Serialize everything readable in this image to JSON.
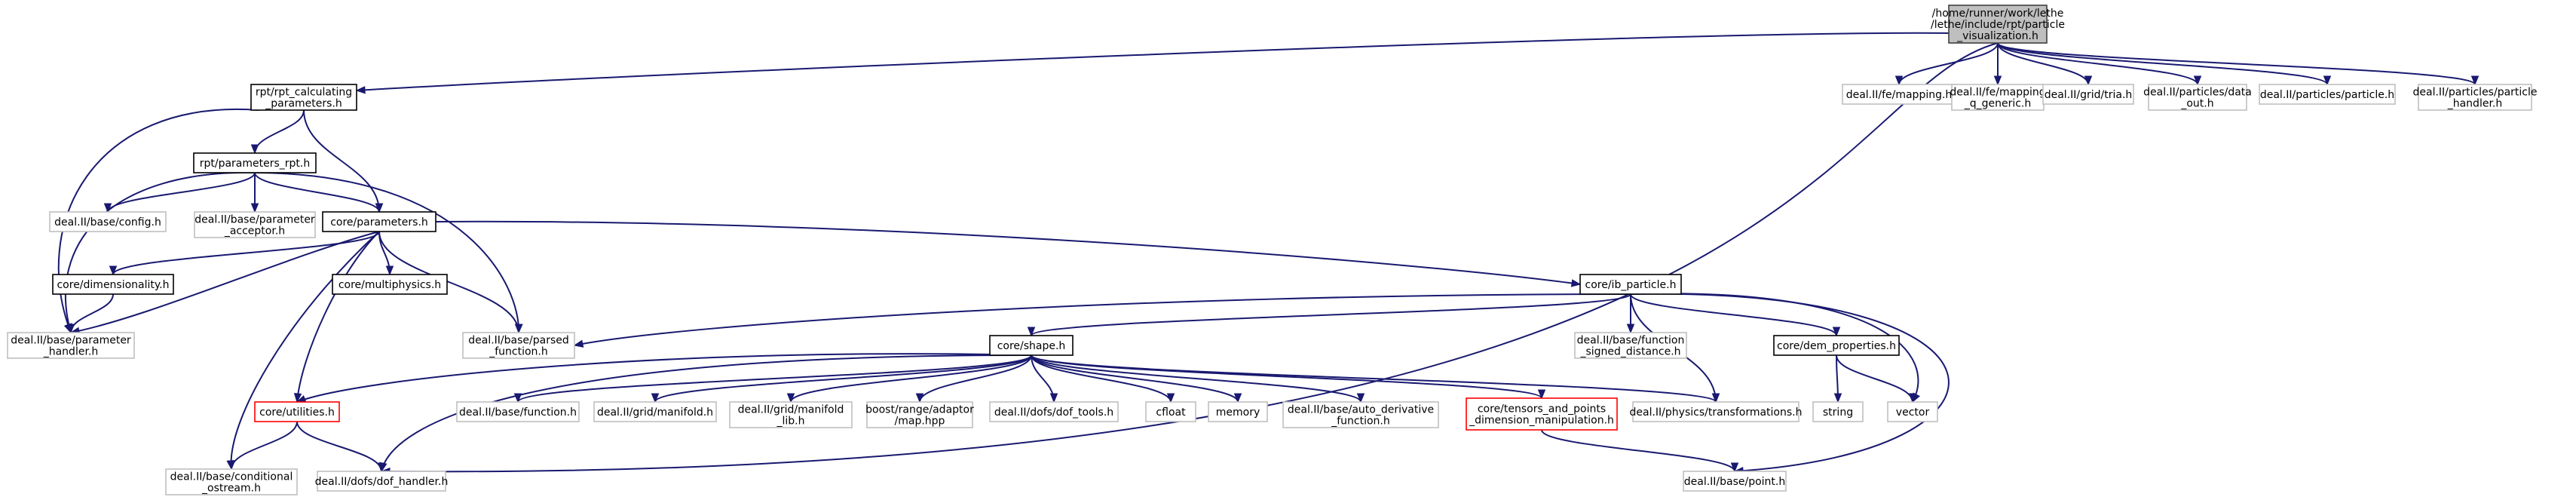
{
  "graph": {
    "title": "Include dependency graph",
    "colors": {
      "edge": "#191970",
      "root_fill": "#bfbfbf",
      "root_border": "#404040",
      "documented_border": "#000000",
      "external_border": "#bfbfbf",
      "truncated_border": "#ff0000",
      "background": "#ffffff"
    },
    "nodes": [
      {
        "id": "root",
        "kind": "root",
        "lines": [
          "/home/runner/work/lethe",
          "/lethe/include/rpt/particle",
          "_visualization.h"
        ]
      },
      {
        "id": "rpt_calc",
        "kind": "documented",
        "lines": [
          "rpt/rpt_calculating",
          "_parameters.h"
        ]
      },
      {
        "id": "fe_mapping",
        "kind": "external",
        "lines": [
          "deal.II/fe/mapping.h"
        ]
      },
      {
        "id": "fe_mapping_q",
        "kind": "external",
        "lines": [
          "deal.II/fe/mapping",
          "_q_generic.h"
        ]
      },
      {
        "id": "grid_tria",
        "kind": "external",
        "lines": [
          "deal.II/grid/tria.h"
        ]
      },
      {
        "id": "particles_data_out",
        "kind": "external",
        "lines": [
          "deal.II/particles/data",
          "_out.h"
        ]
      },
      {
        "id": "particles_particle",
        "kind": "external",
        "lines": [
          "deal.II/particles/particle.h"
        ]
      },
      {
        "id": "particles_handler",
        "kind": "external",
        "lines": [
          "deal.II/particles/particle",
          "_handler.h"
        ]
      },
      {
        "id": "rpt_params",
        "kind": "documented",
        "lines": [
          "rpt/parameters_rpt.h"
        ]
      },
      {
        "id": "base_config",
        "kind": "external",
        "lines": [
          "deal.II/base/config.h"
        ]
      },
      {
        "id": "base_param_acceptor",
        "kind": "external",
        "lines": [
          "deal.II/base/parameter",
          "_acceptor.h"
        ]
      },
      {
        "id": "core_params",
        "kind": "documented",
        "lines": [
          "core/parameters.h"
        ]
      },
      {
        "id": "core_dim",
        "kind": "documented",
        "lines": [
          "core/dimensionality.h"
        ]
      },
      {
        "id": "core_multi",
        "kind": "documented",
        "lines": [
          "core/multiphysics.h"
        ]
      },
      {
        "id": "param_handler",
        "kind": "external",
        "lines": [
          "deal.II/base/parameter",
          "_handler.h"
        ]
      },
      {
        "id": "parsed_function",
        "kind": "external",
        "lines": [
          "deal.II/base/parsed",
          "_function.h"
        ]
      },
      {
        "id": "ib_particle",
        "kind": "documented",
        "lines": [
          "core/ib_particle.h"
        ]
      },
      {
        "id": "shape",
        "kind": "documented",
        "lines": [
          "core/shape.h"
        ]
      },
      {
        "id": "function_sd",
        "kind": "external",
        "lines": [
          "deal.II/base/function",
          "_signed_distance.h"
        ]
      },
      {
        "id": "dem_props",
        "kind": "documented",
        "lines": [
          "core/dem_properties.h"
        ]
      },
      {
        "id": "utilities",
        "kind": "truncated",
        "lines": [
          "core/utilities.h"
        ]
      },
      {
        "id": "base_function",
        "kind": "external",
        "lines": [
          "deal.II/base/function.h"
        ]
      },
      {
        "id": "grid_manifold",
        "kind": "external",
        "lines": [
          "deal.II/grid/manifold.h"
        ]
      },
      {
        "id": "grid_manifold_lib",
        "kind": "external",
        "lines": [
          "deal.II/grid/manifold",
          "_lib.h"
        ]
      },
      {
        "id": "boost_map",
        "kind": "external",
        "lines": [
          "boost/range/adaptor",
          "/map.hpp"
        ]
      },
      {
        "id": "dof_tools",
        "kind": "external",
        "lines": [
          "deal.II/dofs/dof_tools.h"
        ]
      },
      {
        "id": "cfloat",
        "kind": "external",
        "lines": [
          "cfloat"
        ]
      },
      {
        "id": "memory",
        "kind": "external",
        "lines": [
          "memory"
        ]
      },
      {
        "id": "auto_derivative",
        "kind": "external",
        "lines": [
          "deal.II/base/auto_derivative",
          "_function.h"
        ]
      },
      {
        "id": "tensors",
        "kind": "truncated",
        "lines": [
          "core/tensors_and_points",
          "_dimension_manipulation.h"
        ]
      },
      {
        "id": "physics_transf",
        "kind": "external",
        "lines": [
          "deal.II/physics/transformations.h"
        ]
      },
      {
        "id": "string",
        "kind": "external",
        "lines": [
          "string"
        ]
      },
      {
        "id": "vector",
        "kind": "external",
        "lines": [
          "vector"
        ]
      },
      {
        "id": "cond_ostream",
        "kind": "external",
        "lines": [
          "deal.II/base/conditional",
          "_ostream.h"
        ]
      },
      {
        "id": "dof_handler",
        "kind": "external",
        "lines": [
          "deal.II/dofs/dof_handler.h"
        ]
      },
      {
        "id": "base_point",
        "kind": "external",
        "lines": [
          "deal.II/base/point.h"
        ]
      }
    ],
    "edges": [
      [
        "root",
        "rpt_calc"
      ],
      [
        "root",
        "fe_mapping"
      ],
      [
        "root",
        "fe_mapping_q"
      ],
      [
        "root",
        "grid_tria"
      ],
      [
        "root",
        "particles_data_out"
      ],
      [
        "root",
        "particles_particle"
      ],
      [
        "root",
        "particles_handler"
      ],
      [
        "root",
        "dof_handler"
      ],
      [
        "rpt_calc",
        "rpt_params"
      ],
      [
        "rpt_calc",
        "core_params"
      ],
      [
        "rpt_calc",
        "param_handler"
      ],
      [
        "rpt_params",
        "base_config"
      ],
      [
        "rpt_params",
        "base_param_acceptor"
      ],
      [
        "rpt_params",
        "core_params"
      ],
      [
        "rpt_params",
        "param_handler"
      ],
      [
        "rpt_params",
        "parsed_function"
      ],
      [
        "core_params",
        "core_dim"
      ],
      [
        "core_params",
        "core_multi"
      ],
      [
        "core_params",
        "param_handler"
      ],
      [
        "core_params",
        "parsed_function"
      ],
      [
        "core_params",
        "ib_particle"
      ],
      [
        "core_params",
        "utilities"
      ],
      [
        "core_params",
        "cond_ostream"
      ],
      [
        "core_dim",
        "param_handler"
      ],
      [
        "ib_particle",
        "shape"
      ],
      [
        "ib_particle",
        "function_sd"
      ],
      [
        "ib_particle",
        "dem_props"
      ],
      [
        "ib_particle",
        "parsed_function"
      ],
      [
        "ib_particle",
        "physics_transf"
      ],
      [
        "ib_particle",
        "vector"
      ],
      [
        "ib_particle",
        "base_point"
      ],
      [
        "shape",
        "utilities"
      ],
      [
        "shape",
        "base_function"
      ],
      [
        "shape",
        "grid_manifold"
      ],
      [
        "shape",
        "grid_manifold_lib"
      ],
      [
        "shape",
        "boost_map"
      ],
      [
        "shape",
        "dof_tools"
      ],
      [
        "shape",
        "cfloat"
      ],
      [
        "shape",
        "memory"
      ],
      [
        "shape",
        "auto_derivative"
      ],
      [
        "shape",
        "tensors"
      ],
      [
        "shape",
        "physics_transf"
      ],
      [
        "shape",
        "dof_handler"
      ],
      [
        "dem_props",
        "string"
      ],
      [
        "dem_props",
        "vector"
      ],
      [
        "utilities",
        "cond_ostream"
      ],
      [
        "utilities",
        "dof_handler"
      ],
      [
        "tensors",
        "base_point"
      ]
    ]
  }
}
